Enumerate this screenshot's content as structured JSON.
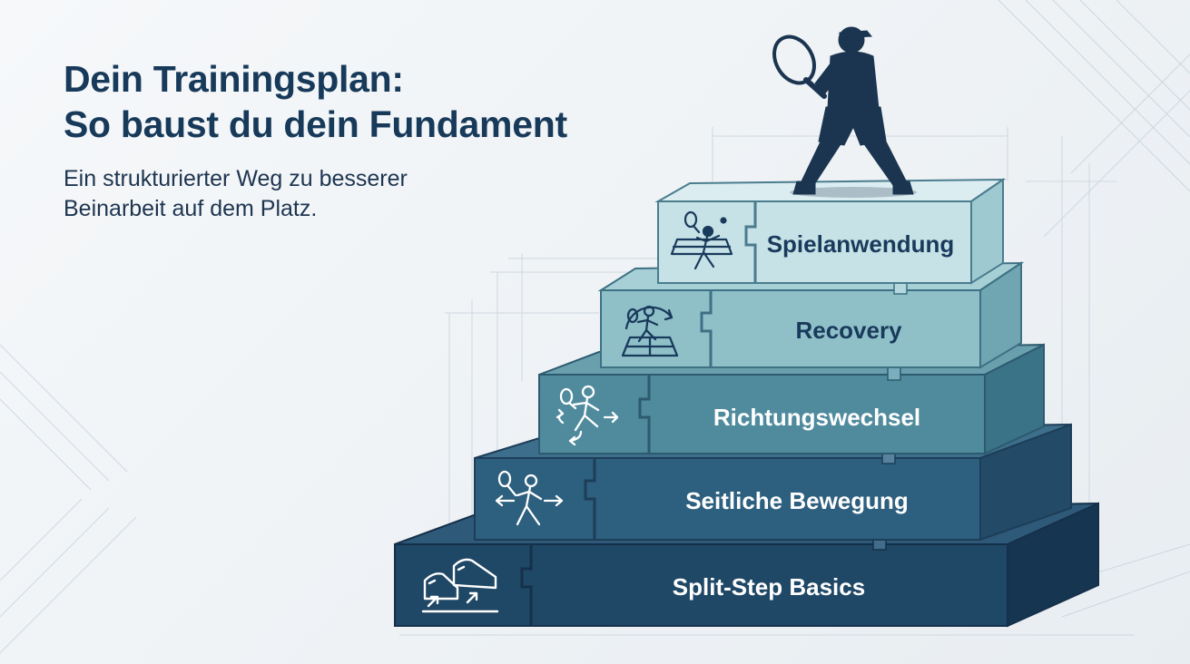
{
  "header": {
    "title_line1": "Dein Trainingsplan:",
    "title_line2": "So baust du dein Fundament",
    "subtitle_line1": "Ein strukturierter Weg zu besserer",
    "subtitle_line2": "Beinarbeit auf dem Platz."
  },
  "steps": [
    {
      "label": "Split-Step Basics",
      "icon": "sneakers-icon"
    },
    {
      "label": "Seitliche Bewegung",
      "icon": "lateral-movement-icon"
    },
    {
      "label": "Richtungswechsel",
      "icon": "direction-change-icon"
    },
    {
      "label": "Recovery",
      "icon": "recovery-icon"
    },
    {
      "label": "Spielanwendung",
      "icon": "match-play-icon"
    }
  ],
  "figure": {
    "icon": "tennis-player-icon"
  },
  "colors": {
    "title": "#183a5a",
    "step_front": [
      "#1f4766",
      "#2d5f7e",
      "#4f8b9d",
      "#8fc0c8",
      "#c6e2e6"
    ],
    "step_text": [
      "#ffffff",
      "#ffffff",
      "#ffffff",
      "#1a3a5c",
      "#1a3a5c"
    ]
  }
}
